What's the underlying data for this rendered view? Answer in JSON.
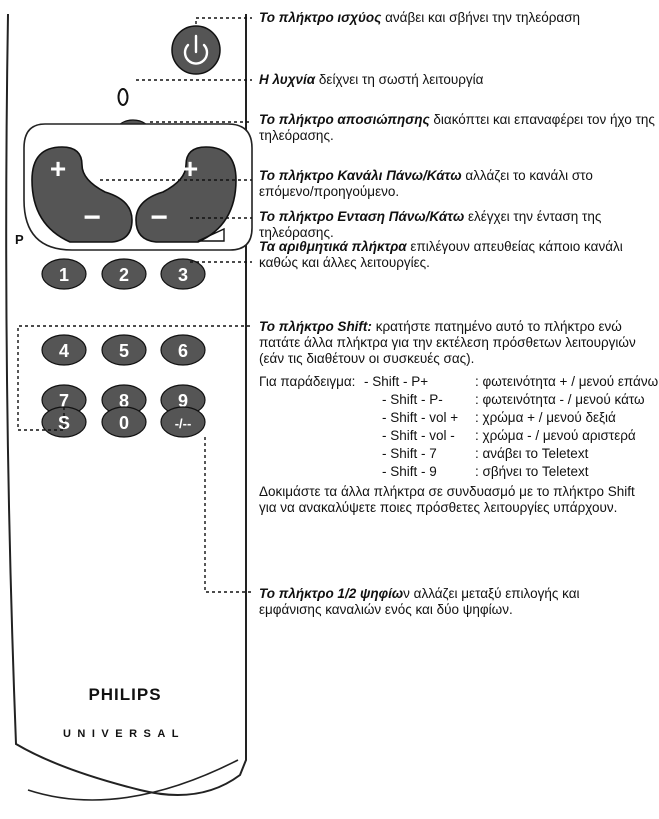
{
  "remote": {
    "brand": "PHILIPS",
    "model": "UNIVERSAL",
    "p_label": "P",
    "plus_symbol": "+",
    "minus_symbol": "−",
    "keys": [
      "1",
      "2",
      "3",
      "4",
      "5",
      "6",
      "7",
      "8",
      "9",
      "S",
      "0",
      "-/--"
    ]
  },
  "descriptions": {
    "power": {
      "bold": "Το πλήκτρο ισχύος",
      "text": " ανάβει και σβήνει την τηλεόραση"
    },
    "led": {
      "bold": "Η λυχνία",
      "text": " δείχνει τη σωστή λειτουργία"
    },
    "mute": {
      "bold": "Το πλήκτρο αποσιώπησης",
      "text": " διακόπτει και επαναφέρει τον ήχο της τηλεόρασης."
    },
    "channel": {
      "bold": "Το πλήκτρο Κανάλι Πάνω/Κάτω",
      "text": " αλλάζει το κανάλι στο επόμενο/προηγούμενο."
    },
    "volume": {
      "bold": "Το πλήκτρο Ενταση Πάνω/Κάτω",
      "text": " ελέγχει την ένταση της τηλεόρασης."
    },
    "numeric": {
      "bold": "Τα αριθμητικά πλήκτρα",
      "text": " επιλέγουν απευθείας κάποιο κανάλι καθώς και άλλες λειτουργίες."
    },
    "shift": {
      "bold": "Το πλήκτρο Shift:",
      "text": " κρατήστε πατημένο αυτό το πλήκτρο ενώ πατάτε άλλα πλήκτρα για την εκτέλεση πρόσθετων λειτουργιών (εάν τις διαθέτουν οι συσκευές σας)."
    },
    "example_intro": "Για παράδειγμα:",
    "examples": [
      {
        "combo": "- Shift - P+",
        "effect": ": φωτεινότητα + / μενού επάνω"
      },
      {
        "combo": "- Shift - P-",
        "effect": ": φωτεινότητα - / μενού κάτω"
      },
      {
        "combo": "- Shift - vol +",
        "effect": ": χρώμα + / μενού δεξιά"
      },
      {
        "combo": "- Shift - vol -",
        "effect": ": χρώμα - / μενού αριστερά"
      },
      {
        "combo": "- Shift - 7",
        "effect": ": ανάβει το Teletext"
      },
      {
        "combo": "- Shift - 9",
        "effect": ": σβήνει το Teletext"
      }
    ],
    "shift_outro": "Δοκιμάστε τα άλλα πλήκτρα σε συνδυασμό με το πλήκτρο Shift για να ανακαλύψετε ποιες πρόσθετες λειτουργίες υπάρχουν.",
    "digits": {
      "bold": "Το πλήκτρο 1/2 ψηφίω",
      "text": "ν αλλάζει μεταξύ επιλογής και εμφάνισης καναλιών ενός και δύο ψηφίων."
    }
  }
}
